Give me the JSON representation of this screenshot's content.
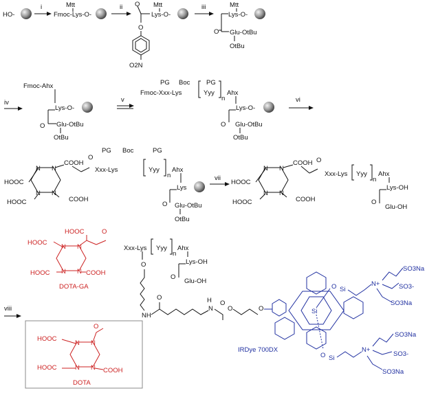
{
  "steps": [
    "i",
    "ii",
    "iii",
    "iv",
    "v",
    "vi",
    "vii",
    "viii"
  ],
  "resin": {
    "ho": "HO-"
  },
  "s1": {
    "mtt": "Mtt",
    "chain": "Fmoc-Lys-O-"
  },
  "s2": {
    "mtt": "Mtt",
    "lys": "Lys-O-",
    "no2": "O2N"
  },
  "s3": {
    "mtt": "Mtt",
    "lys": "Lys-O-",
    "glu": "Glu-OtBu",
    "otbu": "OtBu"
  },
  "s4": {
    "fmoc": "Fmoc-Ahx",
    "lys": "Lys-O-",
    "glu": "Glu-OtBu",
    "otbu": "OtBu"
  },
  "s5": {
    "pg1": "PG",
    "boc": "Boc",
    "pg2": "PG",
    "chain": "Fmoc-Xxx-Lys",
    "yyy": "Yyy",
    "n": "n",
    "ahx": "Ahx",
    "lys": "Lys-O-",
    "glu": "Glu-OtBu",
    "otbu": "OtBu"
  },
  "s6": {
    "hooc1": "HOOC",
    "hooc2": "HOOC",
    "cooh_top": "COOH",
    "cooh_bot": "COOH",
    "pg1": "PG",
    "boc": "Boc",
    "pg2": "PG",
    "xxx": "Xxx-Lys",
    "yyy": "Yyy",
    "n": "n",
    "ahx": "Ahx",
    "lys": "Lys",
    "glu": "Glu-OtBu",
    "otbu": "OtBu"
  },
  "s7": {
    "hooc1": "HOOC",
    "hooc2": "HOOC",
    "cooh_top": "COOH",
    "cooh_bot": "COOH",
    "chain": "Xxx-Lys",
    "yyy": "Yyy",
    "n": "n",
    "ahx": "Ahx",
    "lys": "Lys-OH",
    "glu": "Glu-OH"
  },
  "s8": {
    "hooc1": "HOOC",
    "hooc2": "HOOC",
    "hooc3": "HOOC",
    "cooh": "COOH",
    "label": "DOTA-GA",
    "chain": "Xxx-Lys",
    "yyy": "Yyy",
    "n": "n",
    "ahx": "Ahx",
    "lys": "Lys-OH",
    "glu": "Glu-OH",
    "nh_amide": "NH",
    "n_amide": "N",
    "o": "O",
    "h": "H",
    "linker_o": "O"
  },
  "dye": {
    "label": "IRDye 700DX",
    "si": "Si",
    "n_plus": "N+",
    "so3na": "SO3Na",
    "so3m": "SO3-"
  },
  "dota_box": {
    "hooc1": "HOOC",
    "hooc2": "HOOC",
    "cooh": "COOH",
    "label": "DOTA"
  },
  "colors": {
    "dota_red": "#cc2020",
    "dye_blue": "#1f2fa0",
    "resin_grey": "#9a9a9a"
  }
}
